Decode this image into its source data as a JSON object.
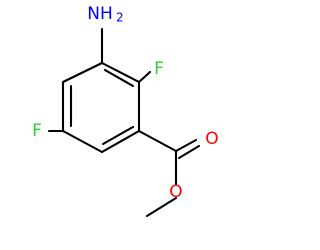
{
  "molecule": {
    "atoms": {
      "amine": {
        "symbol": "NH",
        "subscript": "2",
        "color": "#0000FF"
      },
      "fluoro_top": {
        "symbol": "F",
        "color": "#33CC33"
      },
      "fluoro_left": {
        "symbol": "F",
        "color": "#33CC33"
      },
      "carbonyl_oxygen": {
        "symbol": "O",
        "color": "#FF0000"
      },
      "ester_oxygen": {
        "symbol": "O",
        "color": "#FF0000"
      }
    },
    "bond_color": "#000000"
  }
}
